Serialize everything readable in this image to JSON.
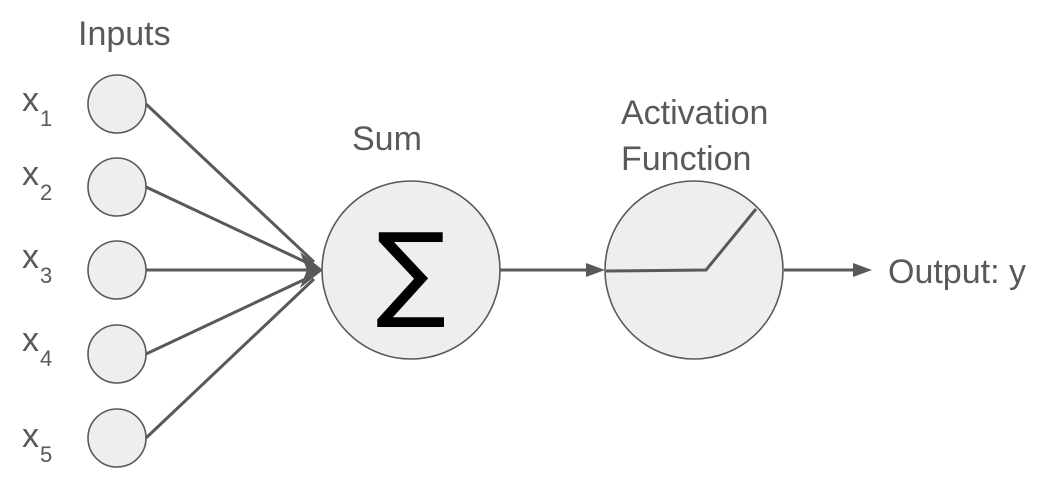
{
  "inputs_heading": "Inputs",
  "sum_heading": "Sum",
  "sum_symbol": "∑",
  "activation_heading": [
    "Activation",
    "Function"
  ],
  "output_label": "Output: y",
  "inputs": [
    {
      "var": "x",
      "index": "1"
    },
    {
      "var": "x",
      "index": "2"
    },
    {
      "var": "x",
      "index": "3"
    },
    {
      "var": "x",
      "index": "4"
    },
    {
      "var": "x",
      "index": "5"
    }
  ],
  "colors": {
    "stroke": "#595959",
    "node_fill": "#eeeeee",
    "sigma": "#000000"
  }
}
